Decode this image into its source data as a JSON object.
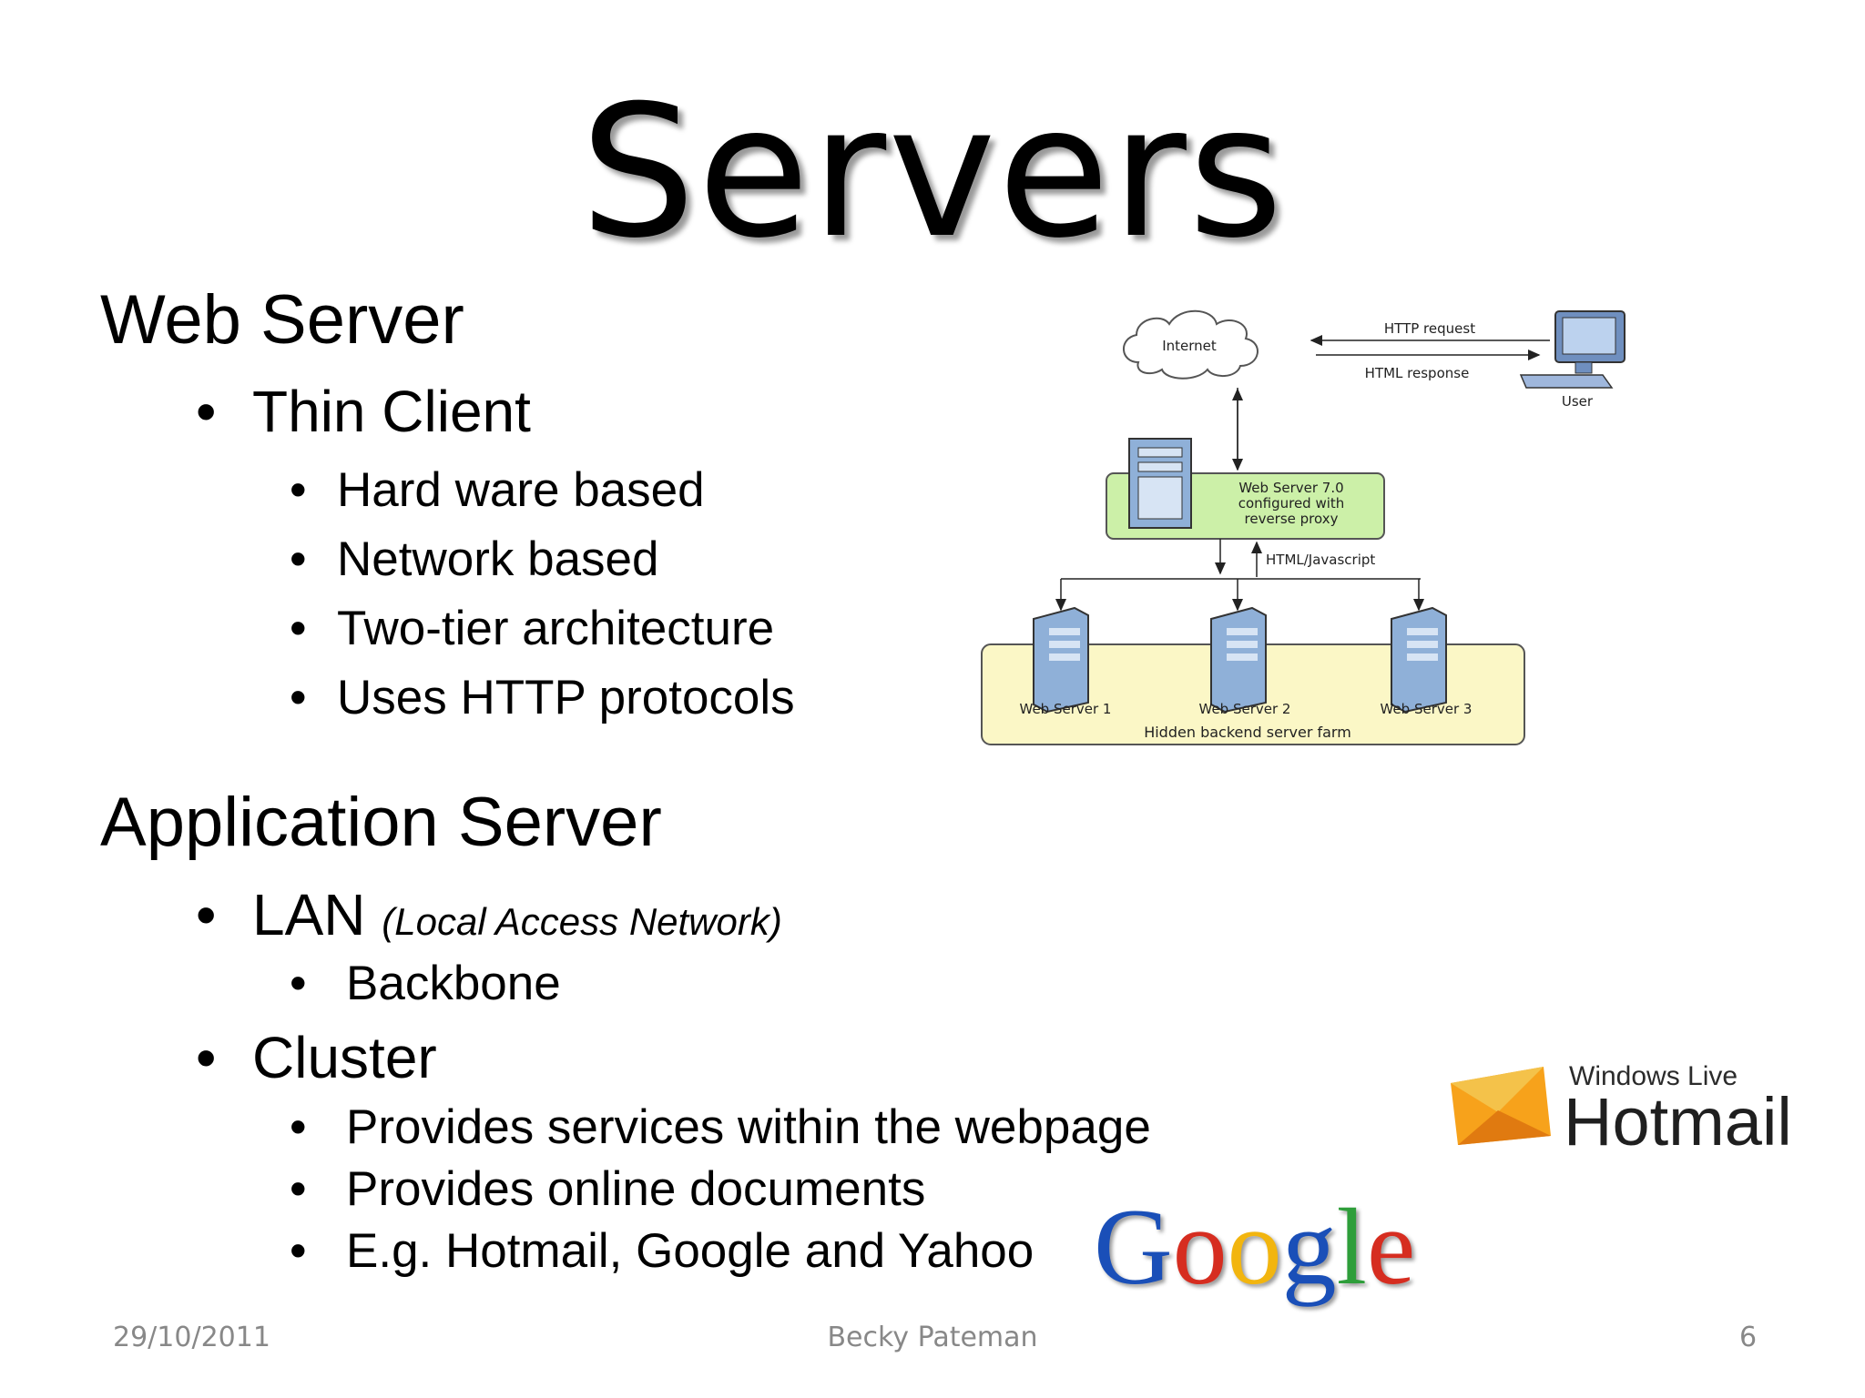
{
  "slide": {
    "title": "Servers",
    "web_server": {
      "heading": "Web Server",
      "thin_client": "Thin Client",
      "items": [
        "Hard ware based",
        "Network based",
        "Two-tier architecture",
        "Uses HTTP protocols"
      ]
    },
    "app_server": {
      "heading": "Application Server",
      "lan": "LAN",
      "lan_note": "(Local Access Network)",
      "lan_items": [
        "Backbone"
      ],
      "cluster": "Cluster",
      "cluster_items": [
        "Provides services within the webpage",
        "Provides online documents",
        "E.g. Hotmail, Google  and Yahoo"
      ]
    }
  },
  "diagram": {
    "internet": "Internet",
    "http_request": "HTTP request",
    "html_response": "HTML response",
    "user": "User",
    "proxy_lines": [
      "Web Server 7.0",
      "configured with",
      "reverse proxy"
    ],
    "html_js": "HTML/Javascript",
    "servers": [
      "Web Server 1",
      "Web Server 2",
      "Web Server 3"
    ],
    "farm": "Hidden backend server farm"
  },
  "logos": {
    "hotmail_top": "Windows Live",
    "hotmail_main": "Hotmail",
    "google": [
      "G",
      "o",
      "o",
      "g",
      "l",
      "e"
    ],
    "google_colors": [
      "#1a4fb8",
      "#d62d20",
      "#f2b50f",
      "#1a4fb8",
      "#2e9e3a",
      "#d62d20"
    ]
  },
  "footer": {
    "date": "29/10/2011",
    "author": "Becky Pateman",
    "page": "6"
  }
}
